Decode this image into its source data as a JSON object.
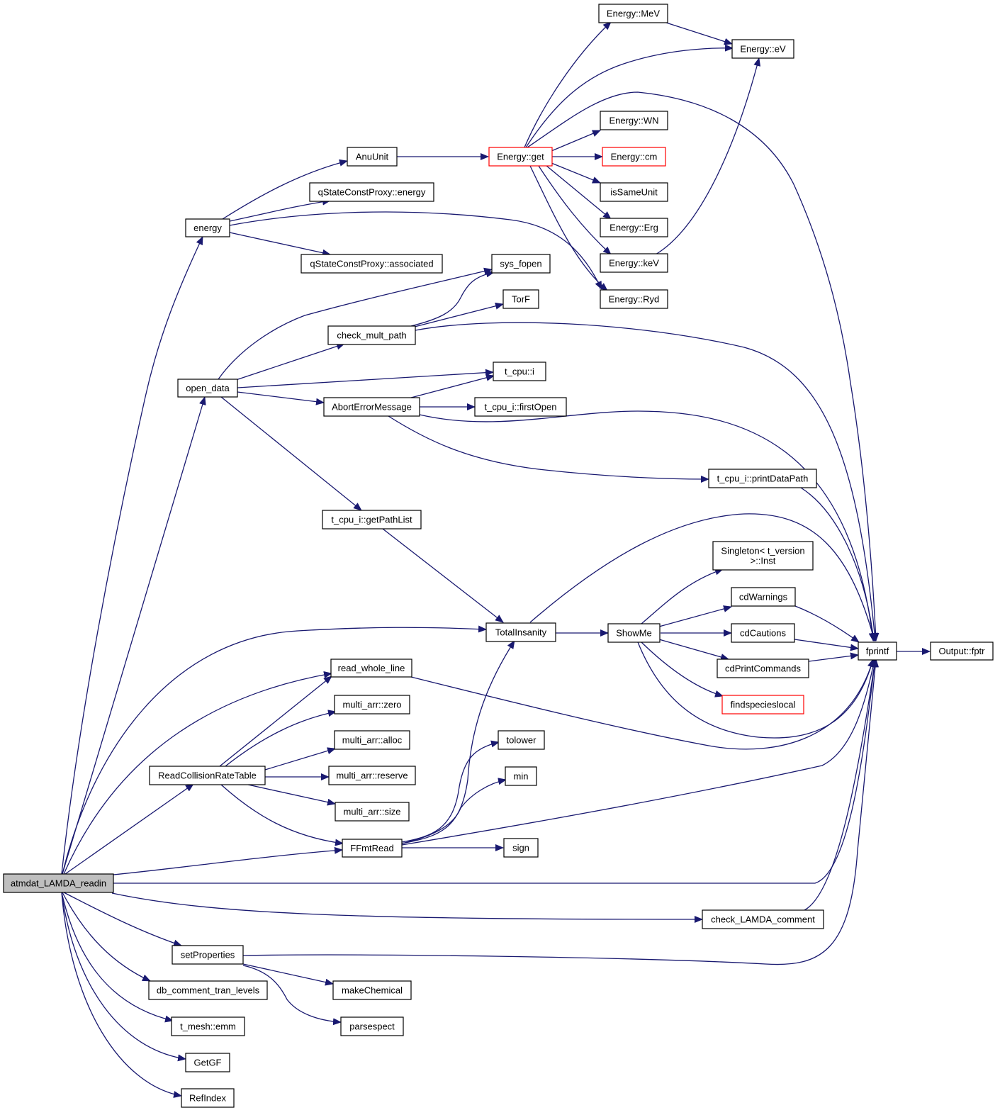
{
  "diagram": {
    "type": "call-graph",
    "colors": {
      "edge": "#191970",
      "node_border": "#000000",
      "truncated_border": "#ff0000",
      "root_fill": "#bfbfbf",
      "background": "#ffffff"
    },
    "nodes": {
      "atmdat_LAMDA_readin": {
        "label": "atmdat_LAMDA_readin",
        "root": true
      },
      "energy": {
        "label": "energy"
      },
      "open_data": {
        "label": "open_data"
      },
      "ReadCollisionRateTable": {
        "label": "ReadCollisionRateTable"
      },
      "setProperties": {
        "label": "setProperties"
      },
      "db_comment_tran_levels": {
        "label": "db_comment_tran_levels"
      },
      "t_mesh_emm": {
        "label": "t_mesh::emm"
      },
      "GetGF": {
        "label": "GetGF"
      },
      "RefIndex": {
        "label": "RefIndex"
      },
      "AnuUnit": {
        "label": "AnuUnit"
      },
      "qStateConstProxy_energy": {
        "label": "qStateConstProxy::energy"
      },
      "qStateConstProxy_associated": {
        "label": "qStateConstProxy::associated"
      },
      "check_mult_path": {
        "label": "check_mult_path"
      },
      "AbortErrorMessage": {
        "label": "AbortErrorMessage"
      },
      "t_cpu_i_getPathList": {
        "label": "t_cpu_i::getPathList"
      },
      "read_whole_line": {
        "label": "read_whole_line"
      },
      "multi_arr_zero": {
        "label": "multi_arr::zero"
      },
      "multi_arr_alloc": {
        "label": "multi_arr::alloc"
      },
      "multi_arr_reserve": {
        "label": "multi_arr::reserve"
      },
      "multi_arr_size": {
        "label": "multi_arr::size"
      },
      "FFmtRead": {
        "label": "FFmtRead"
      },
      "makeChemical": {
        "label": "makeChemical"
      },
      "parsespect": {
        "label": "parsespect"
      },
      "Energy_get": {
        "label": "Energy::get",
        "truncated": true
      },
      "sys_fopen": {
        "label": "sys_fopen"
      },
      "TorF": {
        "label": "TorF"
      },
      "t_cpu_i": {
        "label": "t_cpu::i"
      },
      "t_cpu_i_firstOpen": {
        "label": "t_cpu_i::firstOpen"
      },
      "TotalInsanity": {
        "label": "TotalInsanity"
      },
      "tolower": {
        "label": "tolower"
      },
      "min": {
        "label": "min"
      },
      "sign": {
        "label": "sign"
      },
      "Energy_MeV": {
        "label": "Energy::MeV"
      },
      "Energy_WN": {
        "label": "Energy::WN"
      },
      "Energy_cm": {
        "label": "Energy::cm",
        "truncated": true
      },
      "isSameUnit": {
        "label": "isSameUnit"
      },
      "Energy_Erg": {
        "label": "Energy::Erg"
      },
      "Energy_keV": {
        "label": "Energy::keV"
      },
      "Energy_Ryd": {
        "label": "Energy::Ryd"
      },
      "ShowMe": {
        "label": "ShowMe"
      },
      "Energy_eV": {
        "label": "Energy::eV"
      },
      "t_cpu_i_printDataPath": {
        "label": "t_cpu_i::printDataPath"
      },
      "Singleton_Inst": {
        "label": "Singleton< t_version >::Inst",
        "lines": [
          "Singleton< t_version",
          ">::Inst"
        ]
      },
      "cdWarnings": {
        "label": "cdWarnings"
      },
      "cdCautions": {
        "label": "cdCautions"
      },
      "cdPrintCommands": {
        "label": "cdPrintCommands"
      },
      "findspecieslocal": {
        "label": "findspecieslocal",
        "truncated": true
      },
      "check_LAMDA_comment": {
        "label": "check_LAMDA_comment"
      },
      "fprintf": {
        "label": "fprintf"
      },
      "Output_fptr": {
        "label": "Output::fptr"
      }
    },
    "edges": [
      [
        "atmdat_LAMDA_readin",
        "energy"
      ],
      [
        "atmdat_LAMDA_readin",
        "open_data"
      ],
      [
        "atmdat_LAMDA_readin",
        "ReadCollisionRateTable"
      ],
      [
        "atmdat_LAMDA_readin",
        "setProperties"
      ],
      [
        "atmdat_LAMDA_readin",
        "db_comment_tran_levels"
      ],
      [
        "atmdat_LAMDA_readin",
        "t_mesh_emm"
      ],
      [
        "atmdat_LAMDA_readin",
        "GetGF"
      ],
      [
        "atmdat_LAMDA_readin",
        "RefIndex"
      ],
      [
        "atmdat_LAMDA_readin",
        "TotalInsanity"
      ],
      [
        "atmdat_LAMDA_readin",
        "read_whole_line"
      ],
      [
        "atmdat_LAMDA_readin",
        "FFmtRead"
      ],
      [
        "atmdat_LAMDA_readin",
        "fprintf"
      ],
      [
        "atmdat_LAMDA_readin",
        "check_LAMDA_comment"
      ],
      [
        "energy",
        "AnuUnit"
      ],
      [
        "energy",
        "qStateConstProxy_energy"
      ],
      [
        "energy",
        "qStateConstProxy_associated"
      ],
      [
        "energy",
        "Energy_Ryd"
      ],
      [
        "AnuUnit",
        "Energy_get"
      ],
      [
        "Energy_get",
        "Energy_MeV"
      ],
      [
        "Energy_get",
        "Energy_eV"
      ],
      [
        "Energy_get",
        "fprintf"
      ],
      [
        "Energy_get",
        "Energy_WN"
      ],
      [
        "Energy_get",
        "Energy_cm"
      ],
      [
        "Energy_get",
        "isSameUnit"
      ],
      [
        "Energy_get",
        "Energy_Erg"
      ],
      [
        "Energy_get",
        "Energy_keV"
      ],
      [
        "Energy_get",
        "Energy_Ryd"
      ],
      [
        "Energy_MeV",
        "Energy_eV"
      ],
      [
        "Energy_keV",
        "Energy_eV"
      ],
      [
        "open_data",
        "sys_fopen"
      ],
      [
        "open_data",
        "check_mult_path"
      ],
      [
        "open_data",
        "t_cpu_i"
      ],
      [
        "open_data",
        "AbortErrorMessage"
      ],
      [
        "open_data",
        "t_cpu_i_getPathList"
      ],
      [
        "check_mult_path",
        "sys_fopen"
      ],
      [
        "check_mult_path",
        "TorF"
      ],
      [
        "check_mult_path",
        "fprintf"
      ],
      [
        "AbortErrorMessage",
        "t_cpu_i"
      ],
      [
        "AbortErrorMessage",
        "t_cpu_i_firstOpen"
      ],
      [
        "AbortErrorMessage",
        "fprintf"
      ],
      [
        "AbortErrorMessage",
        "t_cpu_i_printDataPath"
      ],
      [
        "t_cpu_i_printDataPath",
        "fprintf"
      ],
      [
        "t_cpu_i_getPathList",
        "TotalInsanity"
      ],
      [
        "TotalInsanity",
        "fprintf"
      ],
      [
        "TotalInsanity",
        "ShowMe"
      ],
      [
        "ShowMe",
        "Singleton_Inst"
      ],
      [
        "ShowMe",
        "cdWarnings"
      ],
      [
        "ShowMe",
        "cdCautions"
      ],
      [
        "ShowMe",
        "cdPrintCommands"
      ],
      [
        "ShowMe",
        "findspecieslocal"
      ],
      [
        "ShowMe",
        "fprintf"
      ],
      [
        "cdWarnings",
        "fprintf"
      ],
      [
        "cdCautions",
        "fprintf"
      ],
      [
        "cdPrintCommands",
        "fprintf"
      ],
      [
        "read_whole_line",
        "fprintf"
      ],
      [
        "ReadCollisionRateTable",
        "read_whole_line"
      ],
      [
        "ReadCollisionRateTable",
        "multi_arr_zero"
      ],
      [
        "ReadCollisionRateTable",
        "multi_arr_alloc"
      ],
      [
        "ReadCollisionRateTable",
        "multi_arr_reserve"
      ],
      [
        "ReadCollisionRateTable",
        "multi_arr_size"
      ],
      [
        "ReadCollisionRateTable",
        "FFmtRead"
      ],
      [
        "FFmtRead",
        "TotalInsanity"
      ],
      [
        "FFmtRead",
        "tolower"
      ],
      [
        "FFmtRead",
        "min"
      ],
      [
        "FFmtRead",
        "sign"
      ],
      [
        "FFmtRead",
        "fprintf"
      ],
      [
        "check_LAMDA_comment",
        "fprintf"
      ],
      [
        "setProperties",
        "fprintf"
      ],
      [
        "setProperties",
        "makeChemical"
      ],
      [
        "setProperties",
        "parsespect"
      ],
      [
        "fprintf",
        "Output_fptr"
      ]
    ]
  }
}
